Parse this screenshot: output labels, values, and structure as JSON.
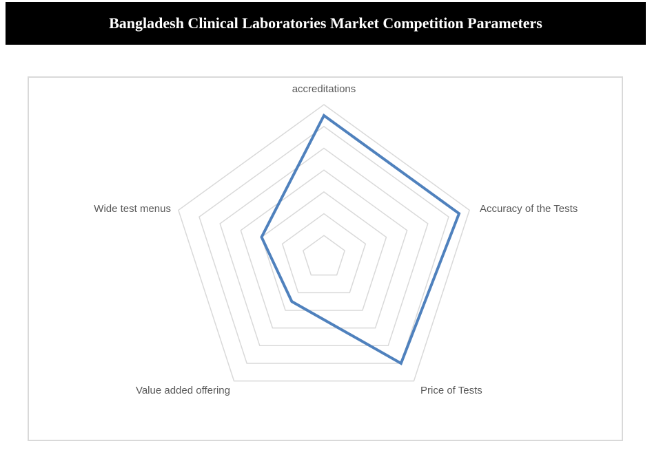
{
  "title": "Bangladesh Clinical Laboratories Market Competition Parameters",
  "chart_data": {
    "type": "radar",
    "title": "Bangladesh Clinical Laboratories Market Competition Parameters",
    "categories": [
      "accreditations",
      "Accuracy of the Tests",
      "Price of Tests",
      "Value added offering",
      "Wide test menus"
    ],
    "series": [
      {
        "values": [
          6.5,
          6.5,
          6,
          2.5,
          3
        ],
        "color": "#4f81bd"
      }
    ],
    "rlim": [
      0,
      7
    ],
    "grid": true,
    "legend": "none"
  }
}
